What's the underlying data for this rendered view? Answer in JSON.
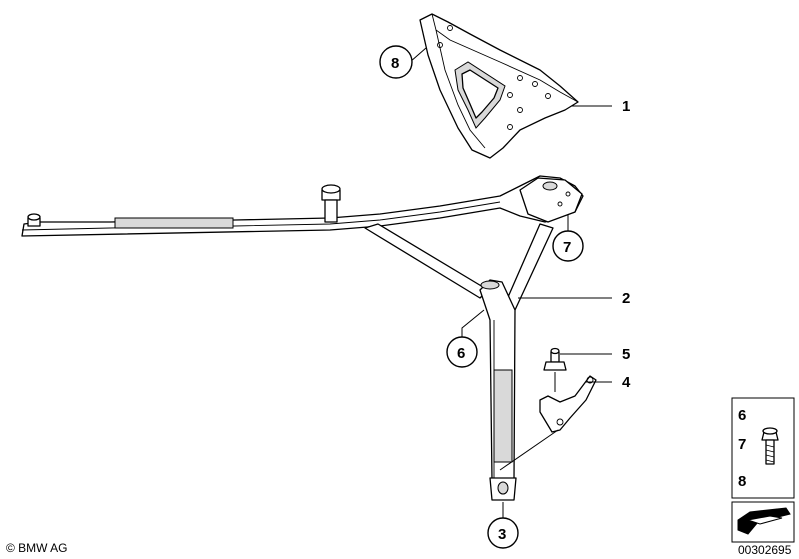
{
  "callouts": {
    "c1": "1",
    "c2": "2",
    "c3": "3",
    "c4": "4",
    "c5": "5",
    "c6": "6",
    "c7": "7",
    "c8": "8"
  },
  "legend": {
    "l6": "6",
    "l7": "7",
    "l8": "8"
  },
  "footer": {
    "copyright": "© BMW AG",
    "image_number": "00302695"
  }
}
